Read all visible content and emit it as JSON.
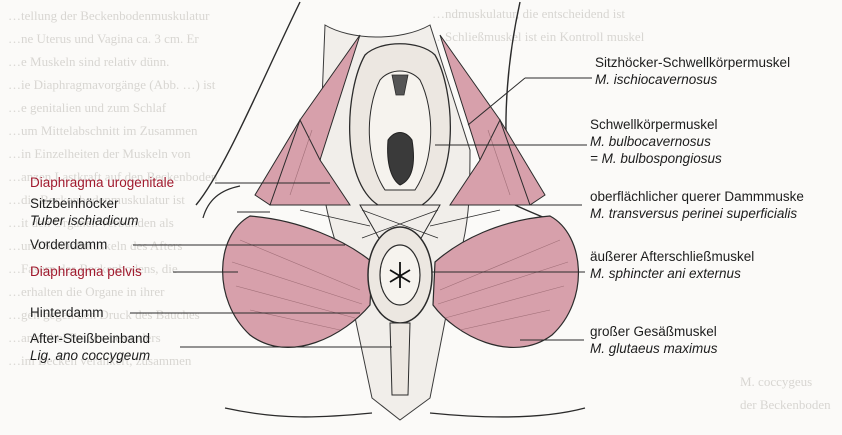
{
  "colors": {
    "muscle_fill": "#d7a0ab",
    "outline": "#2b2b2b",
    "accent_label": "#a11a2e",
    "background_text": "#d8d6d2"
  },
  "background_text_left": [
    "…tellung der Beckenbodenmuskulatur",
    "…ne Uterus und Vagina ca. 3 cm. Er",
    "…e Muskeln sind relativ dünn.",
    "…ie Diaphragmavorgänge (Abb. …) ist",
    "…e genitalien und zum Schlaf",
    "…um Mittelabschnitt im Zusammen",
    "…in Einzelheiten der Muskeln von",
    "…anzen Lastkraft auf den Beckenboden",
    "…die Beckenbodenmuskulatur ist",
    "…it den Organen verbunden als",
    "…und Schließmuskeln des Afters",
    "…Fasern des Beckenbodens, die",
    "…erhalten die Organe in ihrer",
    "…gen gegen den Druck des Bauches",
    "…anter bei Frauen besonders",
    "…im Becken verankert, zusammen"
  ],
  "background_text_right": [
    "…ndmuskulatur, die entscheidend ist",
    "…Schließmuskel ist ein Kontroll muskel"
  ],
  "background_text_bottom": [
    "M. coccygeus",
    "der Beckenboden"
  ],
  "labels_left": [
    {
      "name": "Diaphragma urogenitale",
      "latin": "",
      "accent": true
    },
    {
      "name": "Sitzbeinhöcker",
      "latin": "Tuber ischiadicum",
      "accent": false
    },
    {
      "name": "Vorderdamm",
      "latin": "",
      "accent": false
    },
    {
      "name": "Diaphragma pelvis",
      "latin": "",
      "accent": true
    },
    {
      "name": "Hinterdamm",
      "latin": "",
      "accent": false
    },
    {
      "name": "After-Steißbeinband",
      "latin": "Lig. ano coccygeum",
      "accent": false
    }
  ],
  "labels_right": [
    {
      "name": "Sitzhöcker-Schwellkörpermuskel",
      "latin": "M. ischiocavernosus",
      "extra": ""
    },
    {
      "name": "Schwellkörpermuskel",
      "latin": "M. bulbocavernosus",
      "extra": "= M. bulbospongiosus"
    },
    {
      "name": "oberflächlicher querer Dammmuske",
      "latin": "M. transversus perinei superficialis",
      "extra": ""
    },
    {
      "name": "äußerer Afterschließmuskel",
      "latin": "M. sphincter ani externus",
      "extra": ""
    },
    {
      "name": "großer Gesäßmuskel",
      "latin": "M. glutaeus maximus",
      "extra": ""
    }
  ]
}
